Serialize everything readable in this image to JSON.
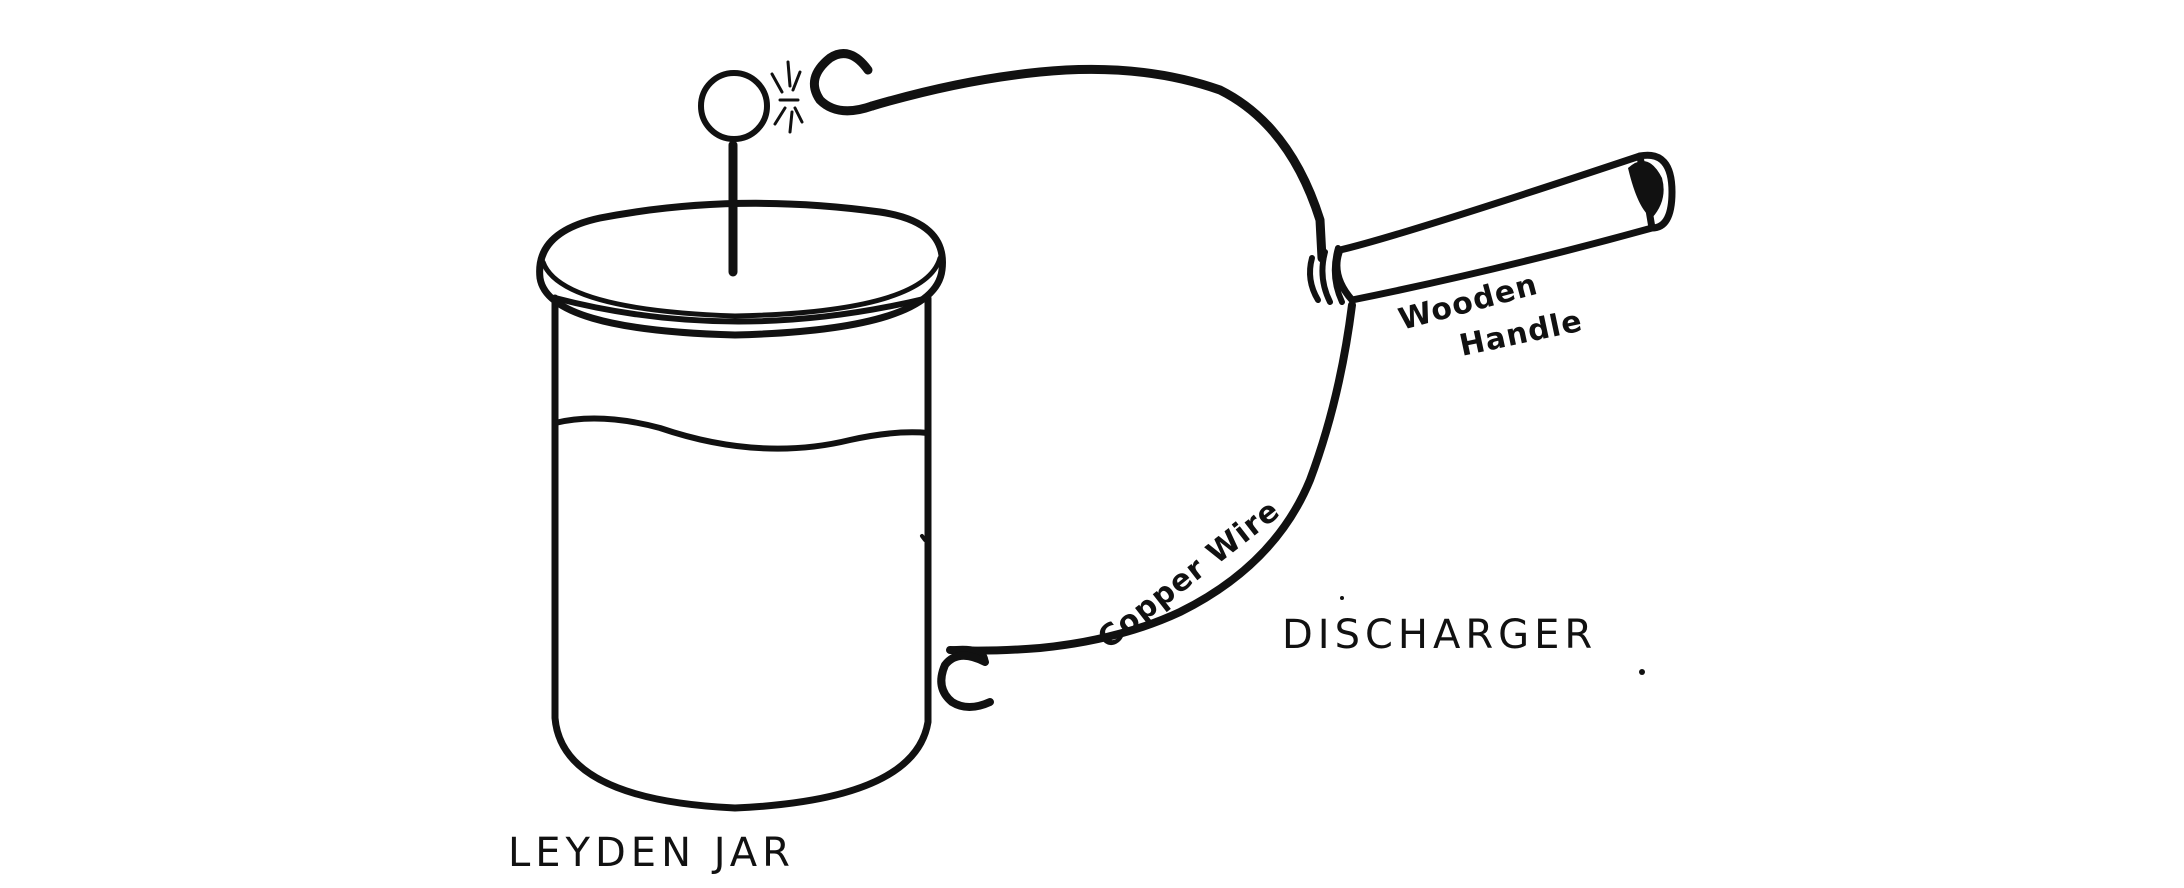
{
  "labels": {
    "jar": "LEYDEN JAR",
    "discharger": "DISCHARGER",
    "wire": "Copper Wire",
    "handle_line1": "Wooden",
    "handle_line2": "Handle"
  },
  "colors": {
    "ink": "#111111",
    "background": "#ffffff"
  }
}
